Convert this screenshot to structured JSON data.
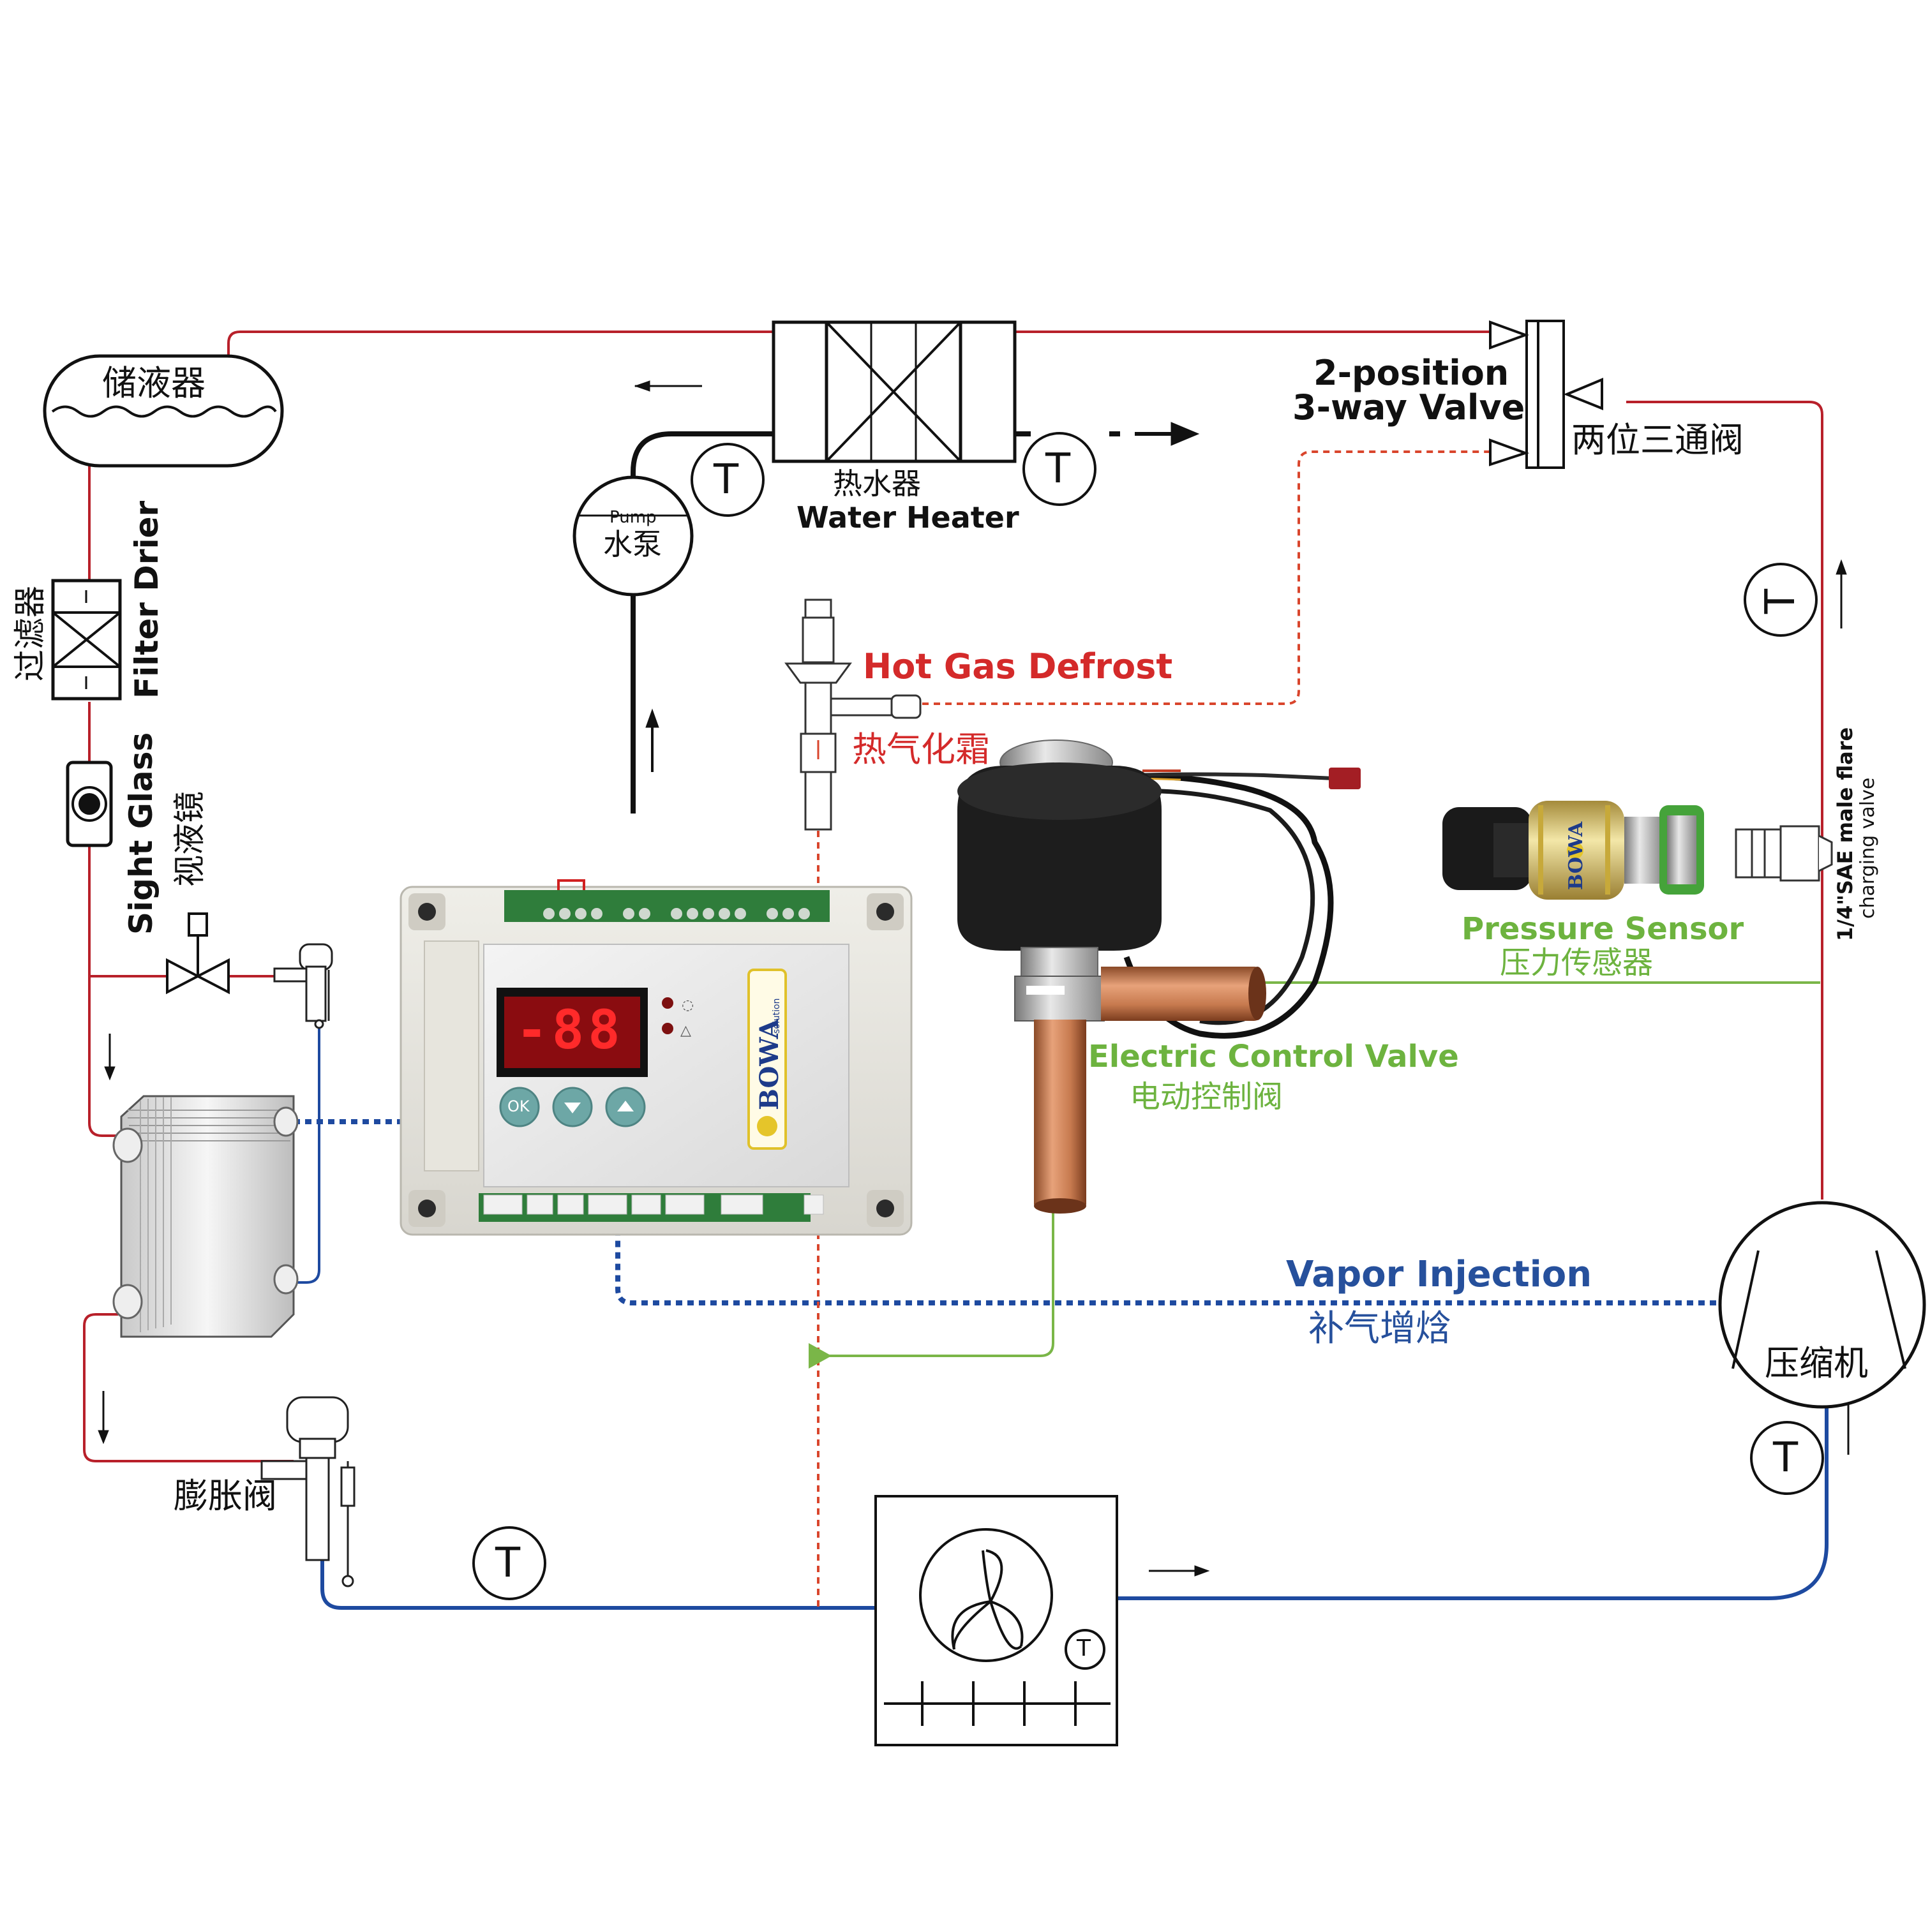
{
  "labels": {
    "receiver_cn": "储液器",
    "filter_en": "Filter Drier",
    "filter_cn": "过滤器",
    "sight_en": "Sight Glass",
    "sight_cn": "视液镜",
    "pump_en": "Pump",
    "pump_cn": "水泵",
    "heater_cn": "热水器",
    "heater_en": "Water Heater",
    "valve3_en_line1": "2-position",
    "valve3_en_line2": "3-way Valve",
    "valve3_cn": "两位三通阀",
    "hotgas_en": "Hot Gas Defrost",
    "hotgas_cn": "热气化霜",
    "pressure_en": "Pressure Sensor",
    "pressure_cn": "压力传感器",
    "charging_line1": "1/4\"SAE male flare",
    "charging_line2": "charging valve",
    "ecv_en": "Electric Control Valve",
    "ecv_cn": "电动控制阀",
    "vapor_en": "Vapor Injection",
    "vapor_cn": "补气增焓",
    "compressor_cn": "压缩机",
    "expansion_cn": "膨胀阀",
    "temp_symbol": "T",
    "controller_display": "-88",
    "controller_ok": "OK",
    "controller_brand": "BOWA",
    "controller_brand_sub": "solution",
    "sensor_brand": "BOWA"
  },
  "colors": {
    "hot_line": "#b8202a",
    "cold_line": "#1e4aa0",
    "green_line": "#7ab648",
    "defrost_dash": "#d9452c",
    "ink": "#1a1a1a",
    "green_text": "#6db33f",
    "red_text": "#d42a2a",
    "blue_text": "#26509c"
  }
}
